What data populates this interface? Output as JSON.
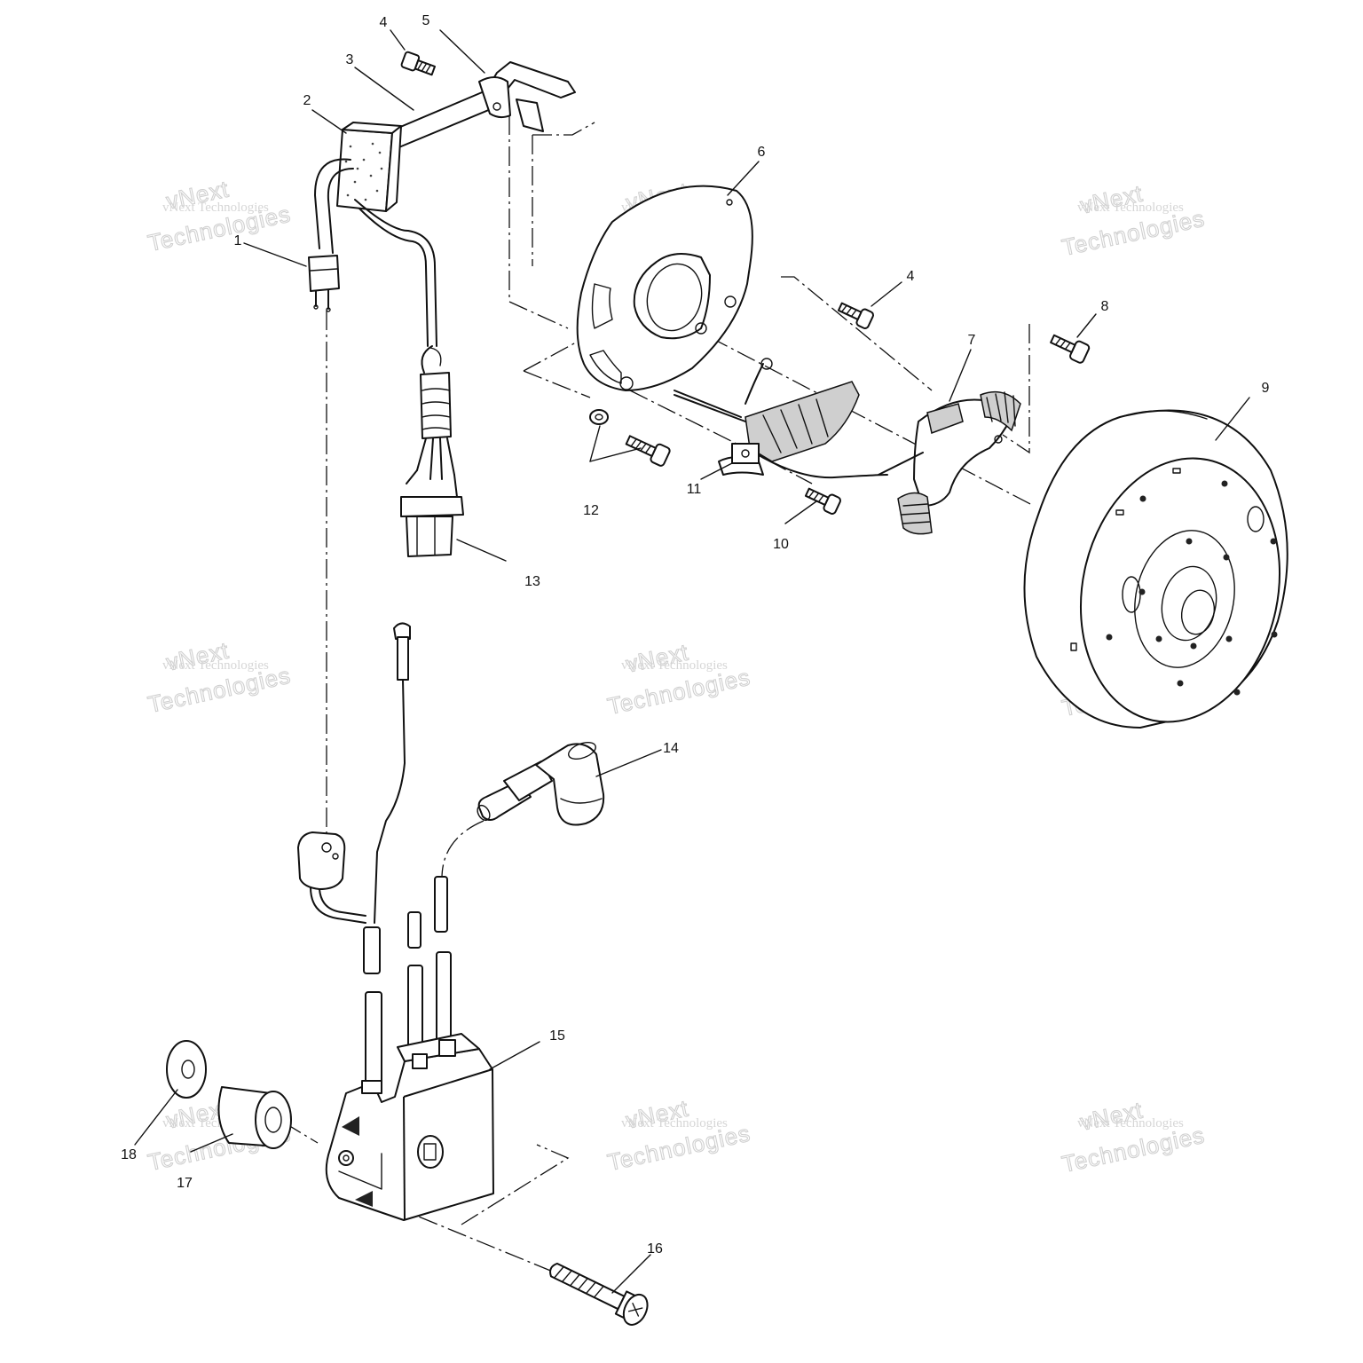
{
  "callouts": {
    "c1": "1",
    "c2": "2",
    "c3": "3",
    "c4a": "4",
    "c4b": "4",
    "c5": "5",
    "c6": "6",
    "c7": "7",
    "c8": "8",
    "c9": "9",
    "c10": "10",
    "c11": "11",
    "c12": "12",
    "c13": "13",
    "c14": "14",
    "c15": "15",
    "c16": "16",
    "c17": "17",
    "c18": "18"
  },
  "watermark": {
    "text": "vNext Technologies",
    "big_top": "vNext",
    "big_bottom": "Technologies"
  }
}
